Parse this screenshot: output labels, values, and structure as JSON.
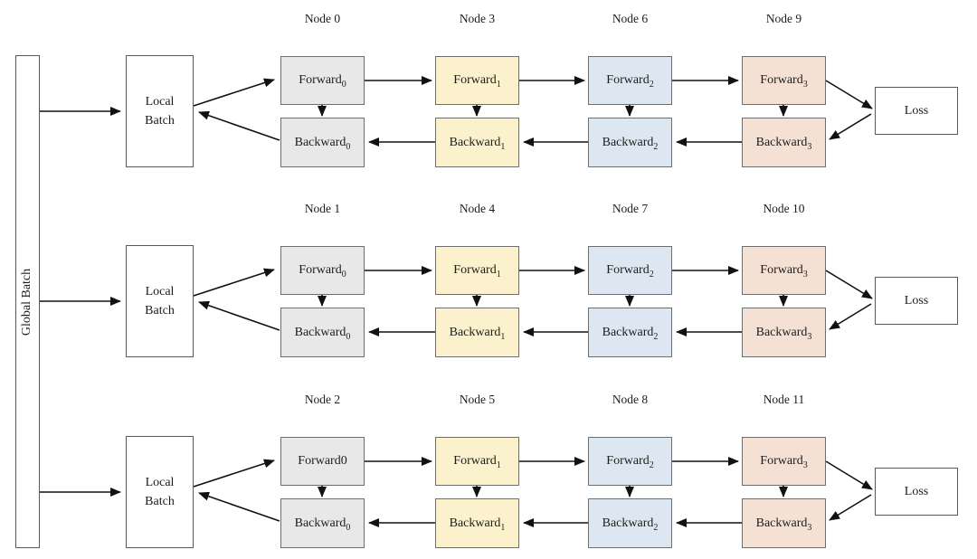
{
  "global_batch": {
    "label": "Global Batch"
  },
  "local_batch": {
    "label": "Local Batch"
  },
  "loss": {
    "label": "Loss"
  },
  "colors": {
    "stage0_fill": "#e8e8e8",
    "stage1_fill": "#fbf1cd",
    "stage2_fill": "#dce7f1",
    "stage3_fill": "#f4e1d4",
    "box_border": "#6e6e6e",
    "arrow": "#111111"
  },
  "rows": [
    {
      "nodes": [
        {
          "title": "Node 0",
          "forward_base": "Forward",
          "forward_sub": "0",
          "backward_base": "Backward",
          "backward_sub": "0"
        },
        {
          "title": "Node 3",
          "forward_base": "Forward",
          "forward_sub": "1",
          "backward_base": "Backward",
          "backward_sub": "1"
        },
        {
          "title": "Node 6",
          "forward_base": "Forward",
          "forward_sub": "2",
          "backward_base": "Backward",
          "backward_sub": "2"
        },
        {
          "title": "Node 9",
          "forward_base": "Forward",
          "forward_sub": "3",
          "backward_base": "Backward",
          "backward_sub": "3"
        }
      ]
    },
    {
      "nodes": [
        {
          "title": "Node 1",
          "forward_base": "Forward",
          "forward_sub": "0",
          "backward_base": "Backward",
          "backward_sub": "0"
        },
        {
          "title": "Node 4",
          "forward_base": "Forward",
          "forward_sub": "1",
          "backward_base": "Backward",
          "backward_sub": "1"
        },
        {
          "title": "Node 7",
          "forward_base": "Forward",
          "forward_sub": "2",
          "backward_base": "Backward",
          "backward_sub": "2"
        },
        {
          "title": "Node 10",
          "forward_base": "Forward",
          "forward_sub": "3",
          "backward_base": "Backward",
          "backward_sub": "3"
        }
      ]
    },
    {
      "nodes": [
        {
          "title": "Node 2",
          "forward_base": "Forward0",
          "forward_sub": "",
          "backward_base": "Backward",
          "backward_sub": "0"
        },
        {
          "title": "Node 5",
          "forward_base": "Forward",
          "forward_sub": "1",
          "backward_base": "Backward",
          "backward_sub": "1"
        },
        {
          "title": "Node 8",
          "forward_base": "Forward",
          "forward_sub": "2",
          "backward_base": "Backward",
          "backward_sub": "2"
        },
        {
          "title": "Node 11",
          "forward_base": "Forward",
          "forward_sub": "3",
          "backward_base": "Backward",
          "backward_sub": "3"
        }
      ]
    }
  ]
}
